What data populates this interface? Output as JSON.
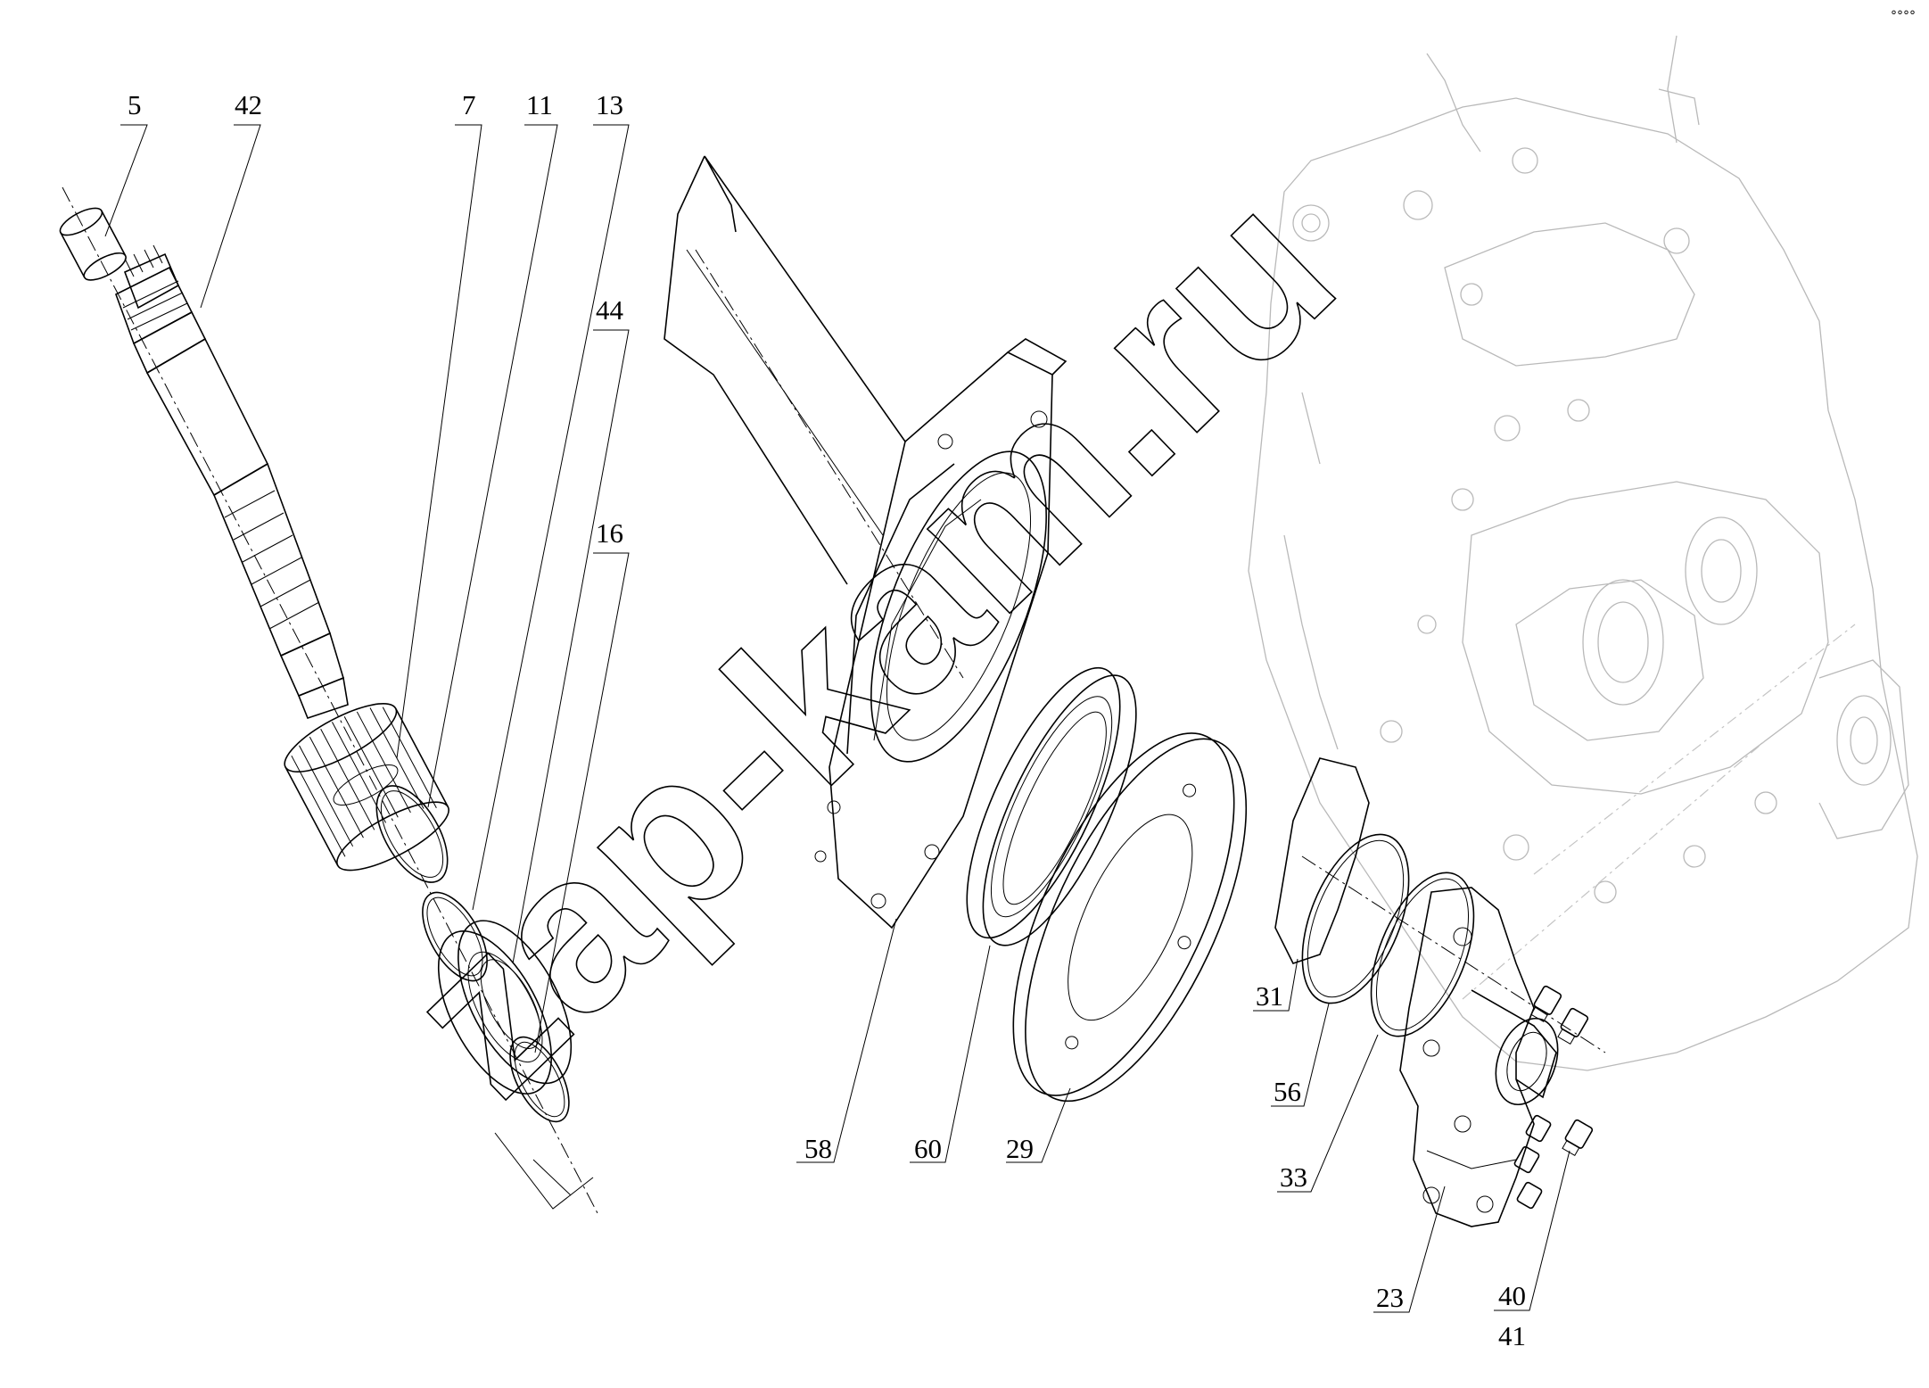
{
  "watermark": "zap-kam.ru",
  "corner_mark": "°°°°",
  "callouts": [
    {
      "id": "c5",
      "text": "5"
    },
    {
      "id": "c42",
      "text": "42"
    },
    {
      "id": "c7",
      "text": "7"
    },
    {
      "id": "c11",
      "text": "11"
    },
    {
      "id": "c13",
      "text": "13"
    },
    {
      "id": "c44",
      "text": "44"
    },
    {
      "id": "c16",
      "text": "16"
    },
    {
      "id": "c58",
      "text": "58"
    },
    {
      "id": "c60",
      "text": "60"
    },
    {
      "id": "c29",
      "text": "29"
    },
    {
      "id": "c31",
      "text": "31"
    },
    {
      "id": "c56",
      "text": "56"
    },
    {
      "id": "c33",
      "text": "33"
    },
    {
      "id": "c23",
      "text": "23"
    },
    {
      "id": "c40",
      "text": "40"
    },
    {
      "id": "c41",
      "text": "41"
    }
  ]
}
